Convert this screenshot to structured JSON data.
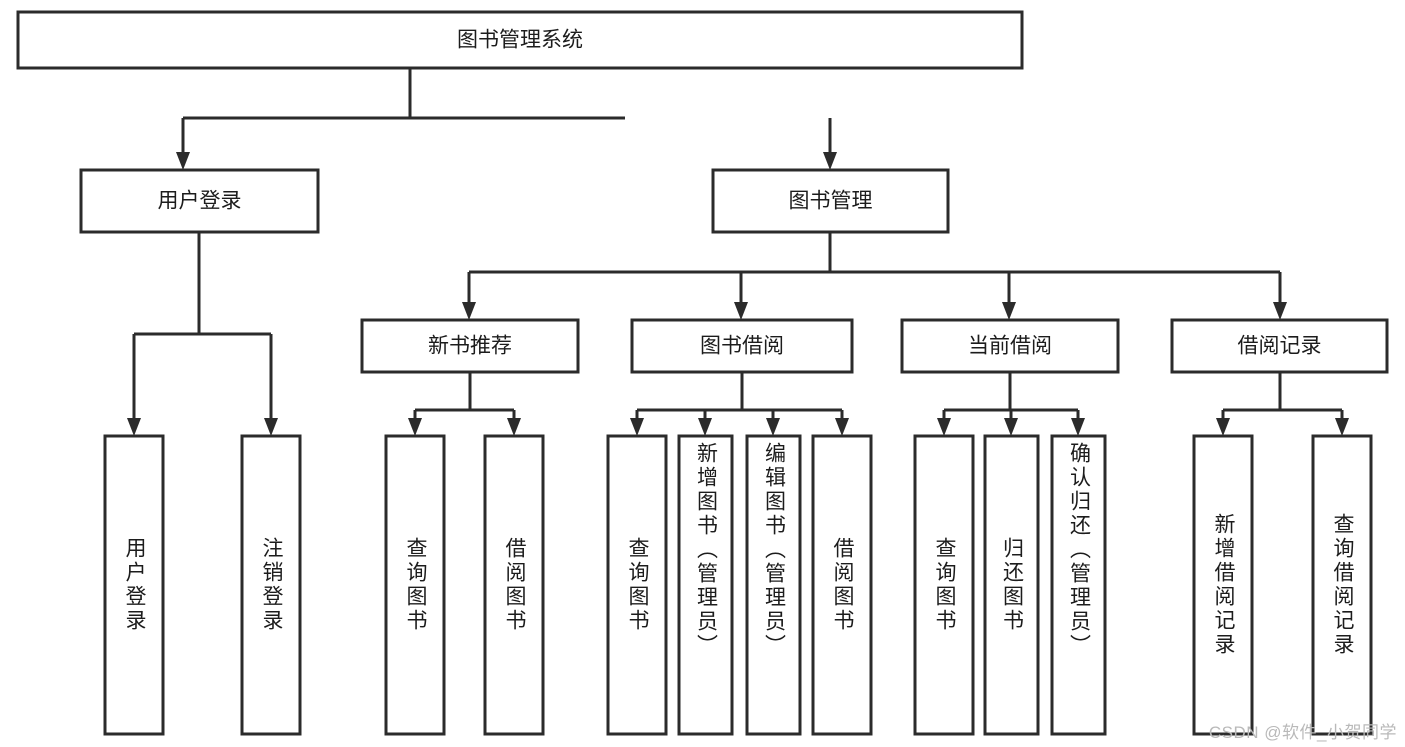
{
  "diagram": {
    "title": "图书管理系统",
    "type": "hierarchy-tree",
    "watermark": "CSDN @软件_小贺同学",
    "colors": {
      "background": "#ffffff",
      "box_fill": "#ffffff",
      "box_stroke": "#2b2b2b",
      "text": "#1c1c1c",
      "watermark": "#b9b9b9"
    },
    "root": {
      "label": "图书管理系统"
    },
    "level2": [
      {
        "label": "用户登录"
      },
      {
        "label": "图书管理"
      }
    ],
    "level3": [
      {
        "label": "新书推荐"
      },
      {
        "label": "图书借阅"
      },
      {
        "label": "当前借阅"
      },
      {
        "label": "借阅记录"
      }
    ],
    "leaves": {
      "user_login": [
        {
          "label": "用户登录"
        },
        {
          "label": "注销登录"
        }
      ],
      "new_book_recommend": [
        {
          "label": "查询图书"
        },
        {
          "label": "借阅图书"
        }
      ],
      "book_borrow": [
        {
          "label": "查询图书"
        },
        {
          "label": "新增图书（管理员）"
        },
        {
          "label": "编辑图书（管理员）"
        },
        {
          "label": "借阅图书"
        }
      ],
      "current_borrow": [
        {
          "label": "查询图书"
        },
        {
          "label": "归还图书"
        },
        {
          "label": "确认归还（管理员）"
        }
      ],
      "borrow_record": [
        {
          "label": "新增借阅记录"
        },
        {
          "label": "查询借阅记录"
        }
      ]
    }
  }
}
